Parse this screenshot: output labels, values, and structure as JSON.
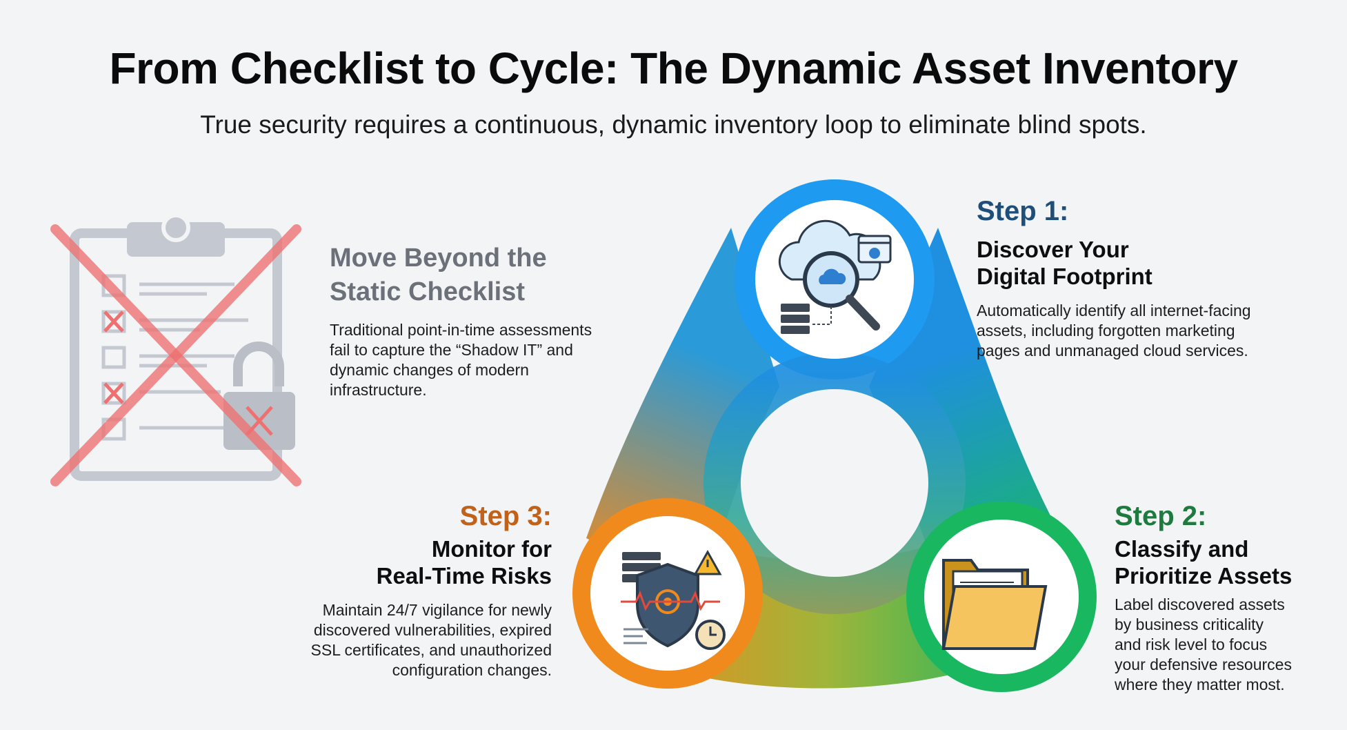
{
  "title": "From Checklist to Cycle: The Dynamic Asset Inventory",
  "subtitle": "True security requires a continuous, dynamic inventory loop to eliminate blind spots.",
  "intro": {
    "heading_line1": "Move Beyond the",
    "heading_line2": "Static Checklist",
    "body_lines": [
      "Traditional point-in-time assessments",
      "fail to capture the “Shadow IT” and",
      "dynamic changes of modern",
      "infrastructure."
    ],
    "icon": "crossed-out-checklist-icon"
  },
  "steps": [
    {
      "label": "Step 1:",
      "heading_line1": "Discover Your",
      "heading_line2": "Digital Footprint",
      "body_lines": [
        "Automatically identify all internet-facing",
        "assets, including forgotten marketing",
        "pages and unmanaged cloud services."
      ],
      "color": "#1f4e79",
      "icon": "cloud-search-icon"
    },
    {
      "label": "Step 2:",
      "heading_line1": "Classify and",
      "heading_line2": "Prioritize Assets",
      "body_lines": [
        "Label discovered assets",
        "by business criticality",
        "and risk level to focus",
        "your defensive resources",
        "where they matter most."
      ],
      "color": "#1e7a3e",
      "icon": "folder-icon"
    },
    {
      "label": "Step 3:",
      "heading_line1": "Monitor for",
      "heading_line2": "Real-Time Risks",
      "body_lines": [
        "Maintain 24/7 vigilance for newly",
        "discovered vulnerabilities, expired",
        "SSL certificates, and unauthorized",
        "configuration changes."
      ],
      "color": "#c0621a",
      "icon": "shield-monitor-icon"
    }
  ],
  "colors": {
    "blue": "#1e8fe6",
    "green": "#19b860",
    "orange": "#f08a1c",
    "cross": "#ef7070"
  }
}
